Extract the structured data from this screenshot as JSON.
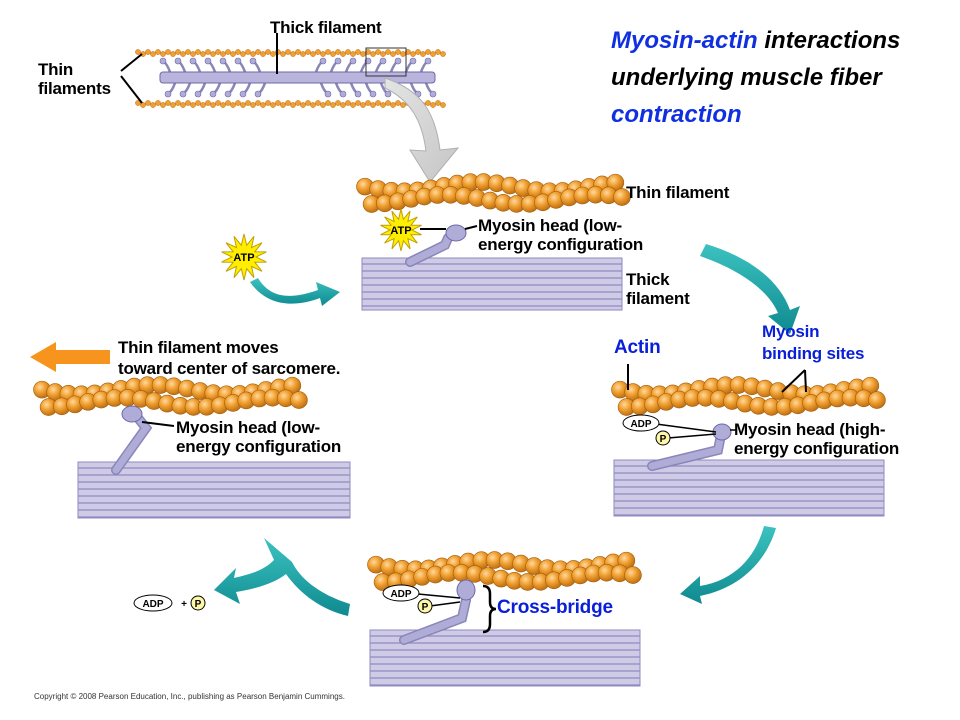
{
  "title": {
    "highlight": "Myosin-actin",
    "rest_line1": "interactions",
    "line2": "underlying muscle fiber",
    "line3": "contraction"
  },
  "overview": {
    "thick_filament_label": "Thick filament",
    "thin_filaments_label_line1": "Thin",
    "thin_filaments_label_line2": "filaments"
  },
  "step1": {
    "thin_filament_label": "Thin filament",
    "myosin_head_line1": "Myosin head (low-",
    "myosin_head_line2": "energy configuration",
    "thick_filament_line1": "Thick",
    "thick_filament_line2": "filament",
    "atp_bound": "ATP",
    "atp_free": "ATP"
  },
  "step2": {
    "actin_label": "Actin",
    "binding_sites_line1": "Myosin",
    "binding_sites_line2": "binding sites",
    "adp": "ADP",
    "p": "P",
    "myosin_head_line1": "Myosin head (high-",
    "myosin_head_line2": "energy configuration"
  },
  "step3": {
    "adp": "ADP",
    "p": "P",
    "cross_bridge": "Cross-bridge"
  },
  "step4": {
    "moves_line1": "Thin filament moves",
    "moves_line2": "toward center of sarcomere.",
    "myosin_head_line1": "Myosin head (low-",
    "myosin_head_line2": "energy configuration",
    "release_adp": "ADP",
    "release_plus": "+",
    "release_p": "P"
  },
  "copyright": "Copyright © 2008 Pearson Education, Inc., publishing as Pearson Benjamin Cummings.",
  "colors": {
    "actin_bead": "#f0a030",
    "thick_filament": "#c8c4e0",
    "myosin": "#b0acd8",
    "cycle_arrow": "#18a2a6",
    "move_arrow": "#f7941e",
    "atp_star": "#ffee00",
    "phosphate": "#fff7a8",
    "title_highlight": "#1030e0",
    "blue_label": "#0a20d8"
  }
}
